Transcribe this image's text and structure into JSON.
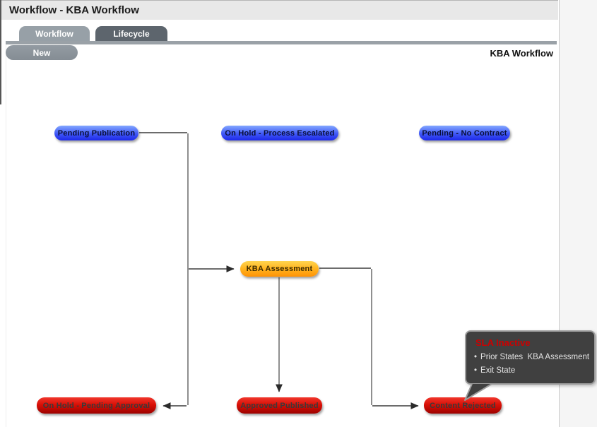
{
  "window": {
    "title": "Workflow - KBA Workflow"
  },
  "tabs": [
    {
      "label": "Workflow"
    },
    {
      "label": "Lifecycle"
    }
  ],
  "toolbar": {
    "new_label": "New"
  },
  "diagram": {
    "heading": "KBA Workflow",
    "nodes": [
      {
        "id": "pending-publication",
        "label": "Pending Publication",
        "type": "active-blue"
      },
      {
        "id": "on-hold-process-escalated",
        "label": "On Hold - Process Escalated",
        "type": "active-blue"
      },
      {
        "id": "pending-no-contract",
        "label": "Pending - No Contract",
        "type": "active-blue"
      },
      {
        "id": "kba-assessment",
        "label": "KBA Assessment",
        "type": "entry-orange"
      },
      {
        "id": "on-hold-pending-approval",
        "label": "On Hold - Pending Approval",
        "type": "exit-red"
      },
      {
        "id": "approved-published",
        "label": "Approved Published",
        "type": "exit-red"
      },
      {
        "id": "content-rejected",
        "label": "Content Rejected",
        "type": "exit-red"
      }
    ]
  },
  "tooltip": {
    "title": "SLA Inactive",
    "bullet": "•",
    "items": [
      "Prior States  KBA Assessment",
      "Exit State"
    ]
  },
  "colors": {
    "state_active_blue": "#2135ee",
    "state_entry_orange": "#ff9d0a",
    "state_exit_red": "#b20300",
    "sla_title_red": "#cc0000",
    "connector_gray": "#8f8f8f",
    "connector_dark": "#3c3c3c"
  }
}
